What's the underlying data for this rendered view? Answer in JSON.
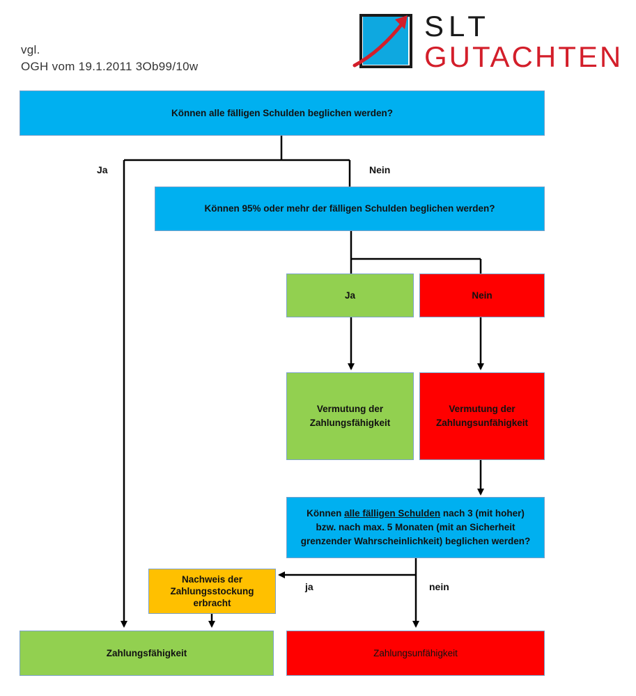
{
  "reference": {
    "line1": "vgl.",
    "line2": "OGH vom 19.1.2011 3Ob99/10w"
  },
  "logo": {
    "line1": "SLT",
    "line2": "GUTACHTEN",
    "icon": "arrow-up-right-icon",
    "colors": {
      "square": "#0ea8e0",
      "arrow": "#d31e2a",
      "text_dark": "#1a1a1a",
      "text_red": "#d31e2a"
    }
  },
  "colors": {
    "blue": "#00b0f0",
    "green": "#92d050",
    "red": "#ff0000",
    "yellow": "#ffc000"
  },
  "nodes": {
    "q1": "Können alle fälligen  Schulden beglichen werden?",
    "q2": "Können 95% oder mehr der fälligen  Schulden beglichen werden?",
    "ja_box": "Ja",
    "nein_box": "Nein",
    "vermutung_zf_line1": "Vermutung der",
    "vermutung_zf_line2": "Zahlungsfähigkeit",
    "vermutung_zu_line1": "Vermutung der",
    "vermutung_zu_line2": "Zahlungsunfähigkeit",
    "q3_pre": "Können ",
    "q3_underlined": "alle fälligen  Schulden",
    "q3_post": " nach 3 (mit hoher) bzw. nach max. 5 Monaten (mit an Sicherheit grenzender Wahrscheinlichkeit) beglichen werden?",
    "nachweis_line1": "Nachweis der",
    "nachweis_line2": "Zahlungsstockung",
    "nachweis_line3": "erbracht",
    "zahlungsfaehigkeit": "Zahlungsfähigkeit",
    "zahlungsunfaehigkeit": "Zahlungsunfähigkeit"
  },
  "edge_labels": {
    "ja_left": "Ja",
    "nein_top": "Nein",
    "ja_lower": "ja",
    "nein_lower": "nein"
  }
}
